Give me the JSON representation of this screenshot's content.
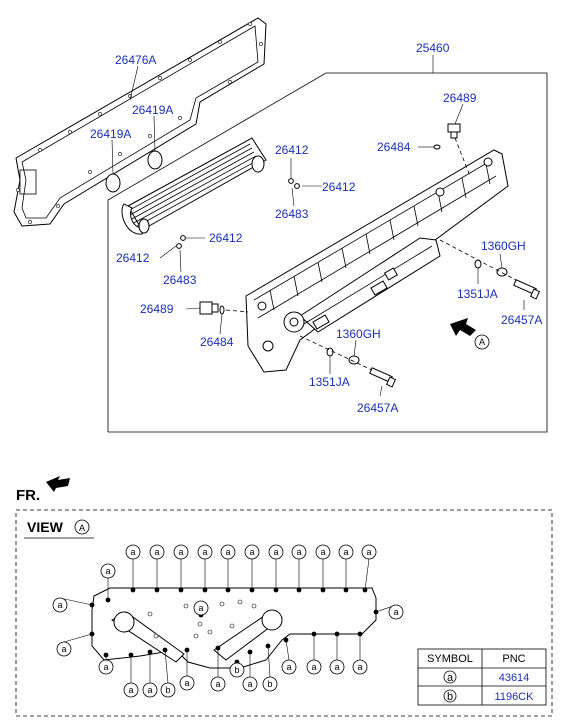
{
  "diagram": {
    "part_numbers": {
      "gasket": "26476A",
      "oring_a": "26419A",
      "oring_b": "26419A",
      "cover_assembly": "25460",
      "plug_top": "26489",
      "oring_plug_top": "26484",
      "seal_top_a": "26412",
      "seal_top_b": "26412",
      "seal_top_c": "26483",
      "seal_left_a": "26412",
      "seal_left_b": "26412",
      "seal_left_c": "26483",
      "plug_left": "26489",
      "oring_plug_left": "26484",
      "clip_right": "1360GH",
      "washer_right": "1351JA",
      "bolt_right": "26457A",
      "clip_lower": "1360GH",
      "washer_lower": "1351JA",
      "bolt_lower": "26457A"
    },
    "view_marker": "A",
    "front_label": "FR.",
    "view_title": "VIEW",
    "view_title_circle": "A",
    "bubble_a": "a",
    "bubble_b": "b",
    "legend": {
      "header_symbol": "SYMBOL",
      "header_pnc": "PNC",
      "rows": [
        {
          "symbol": "a",
          "pnc": "43614"
        },
        {
          "symbol": "b",
          "pnc": "1196CK"
        }
      ]
    }
  }
}
